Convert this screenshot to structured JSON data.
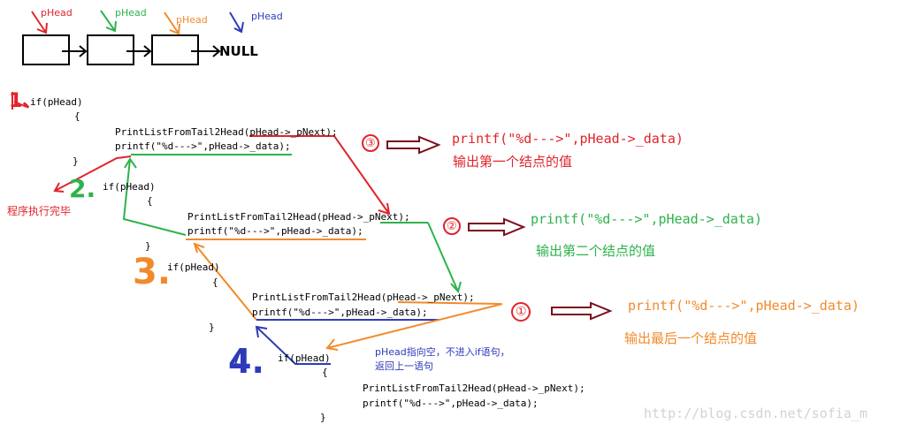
{
  "linked_list": {
    "head_labels": [
      "pHead",
      "pHead",
      "pHead",
      "pHead"
    ],
    "null_label": "NULL"
  },
  "step_numbers": [
    "1、",
    "2.",
    "3.",
    "4."
  ],
  "circled_numbers": [
    "③",
    "②",
    "①"
  ],
  "code": {
    "level1": {
      "if": "if(pHead)",
      "open": "{",
      "call": "PrintListFromTail2Head(pHead->_pNext);",
      "print": "printf(\"%d--->\",pHead->_data);",
      "close": "}"
    },
    "level2": {
      "if": "if(pHead)",
      "open": "{",
      "call": "PrintListFromTail2Head(pHead->_pNext);",
      "print": "printf(\"%d--->\",pHead->_data);",
      "close": "}"
    },
    "level3": {
      "if": "if(pHead)",
      "open": "{",
      "call": "PrintListFromTail2Head(pHead->_pNext);",
      "print": "printf(\"%d--->\",pHead->_data);",
      "close": "}"
    },
    "level4": {
      "if": "if(pHead)",
      "open": "{",
      "call": "PrintListFromTail2Head(pHead->_pNext);",
      "print": "printf(\"%d--->\",pHead->_data);",
      "close": "}"
    }
  },
  "annotations": {
    "finished": "程序执行完毕",
    "null_note_line1": "pHead指向空，不进入if语句，",
    "null_note_line2": "返回上一语句"
  },
  "outputs": {
    "first": {
      "code": "printf(\"%d--->\",pHead->_data)",
      "desc": "输出第一个结点的值"
    },
    "second": {
      "code": "printf(\"%d--->\",pHead->_data)",
      "desc": "输出第二个结点的值"
    },
    "last": {
      "code": "printf(\"%d--->\",pHead->_data)",
      "desc": "输出最后一个结点的值"
    }
  },
  "watermark": "http://blog.csdn.net/sofia_m",
  "colors": {
    "red": "#e0242b",
    "green": "#2db34a",
    "orange": "#f28a2c",
    "blue": "#2e3bb8",
    "dark_red": "#7a0f1a"
  }
}
